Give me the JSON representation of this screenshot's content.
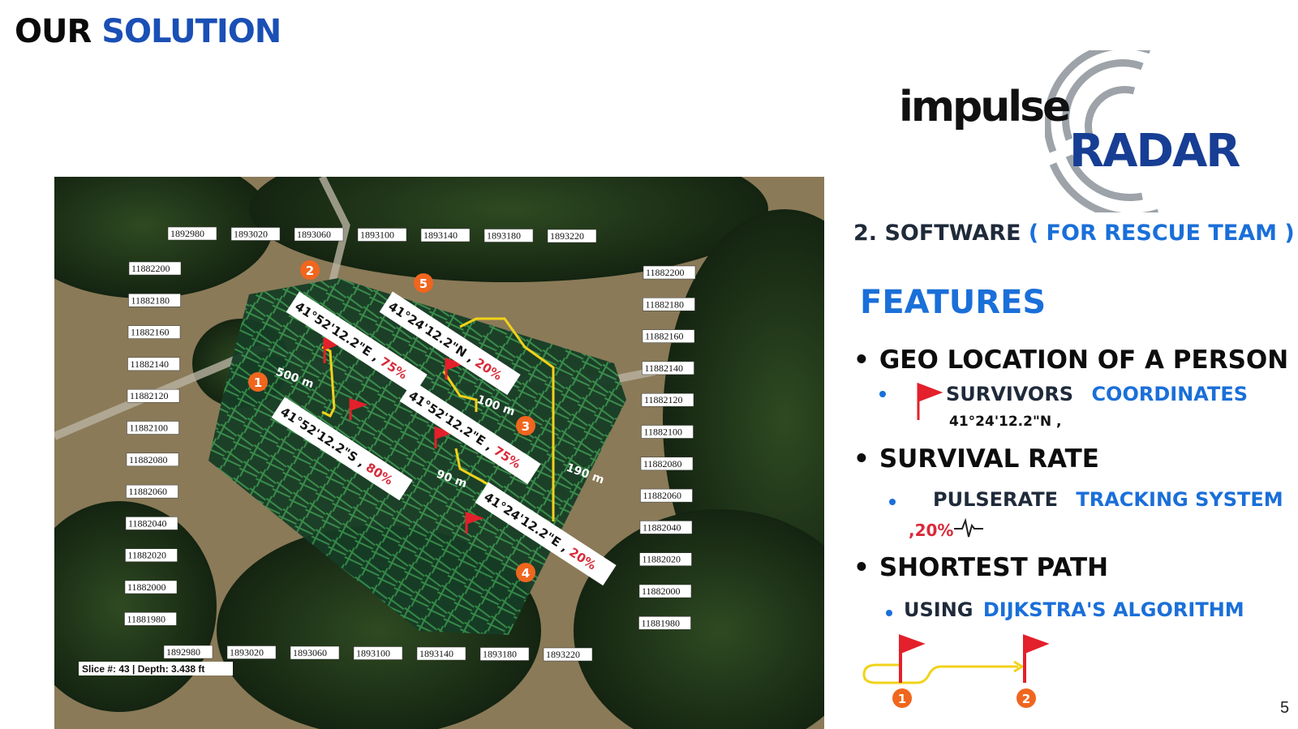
{
  "slide": {
    "title_part1": "OUR",
    "title_part2": "SOLUTION",
    "page_number": "5"
  },
  "logo": {
    "word1": "impulse",
    "word2": "RADAR"
  },
  "software": {
    "heading": "2. SOFTWARE",
    "audience": "( FOR RESCUE TEAM )"
  },
  "features_heading": "FEATURES",
  "features": {
    "geo": {
      "title": "GEO LOCATION OF A PERSON",
      "sub_label": "SURVIVORS",
      "sub_highlight": "COORDINATES",
      "coordinate": "41°24'12.2\"N ,"
    },
    "survival": {
      "title": "SURVIVAL RATE",
      "sub_label": "PULSERATE",
      "sub_highlight": "TRACKING SYSTEM",
      "rate": ",20%"
    },
    "path": {
      "title": "SHORTEST PATH",
      "sub_label": "USING",
      "sub_highlight": "DIJKSTRA'S ALGORITHM",
      "node_start": "1",
      "node_end": "2"
    }
  },
  "map": {
    "x_ticks": [
      "1892980",
      "1893020",
      "1893060",
      "1893100",
      "1893140",
      "1893180",
      "1893220"
    ],
    "y_ticks": [
      "11882200",
      "11882180",
      "11882160",
      "11882140",
      "11882120",
      "11882100",
      "11882080",
      "11882060",
      "11882040",
      "11882020",
      "11882000",
      "11881980"
    ],
    "slice_label": "Slice #: 43 | Depth: 3.438 ft",
    "markers": [
      "1",
      "2",
      "3",
      "4",
      "5"
    ],
    "distances": [
      "500 m",
      "100 m",
      "90 m",
      "190 m"
    ],
    "callouts": [
      {
        "coord": "41°52'12.2\"E ,",
        "rate": "75%"
      },
      {
        "coord": "41°24'12.2\"N ,",
        "rate": "20%"
      },
      {
        "coord": "41°52'12.2\"S ,",
        "rate": "80%"
      },
      {
        "coord": "41°52'12.2\"E ,",
        "rate": "75%"
      },
      {
        "coord": "41°24'12.2\"E ,",
        "rate": "20%"
      }
    ]
  },
  "colors": {
    "accent_blue": "#1a6fd9",
    "marker_orange": "#f0661e",
    "flag_red": "#e3202b",
    "path_yellow": "#f2d21a"
  }
}
